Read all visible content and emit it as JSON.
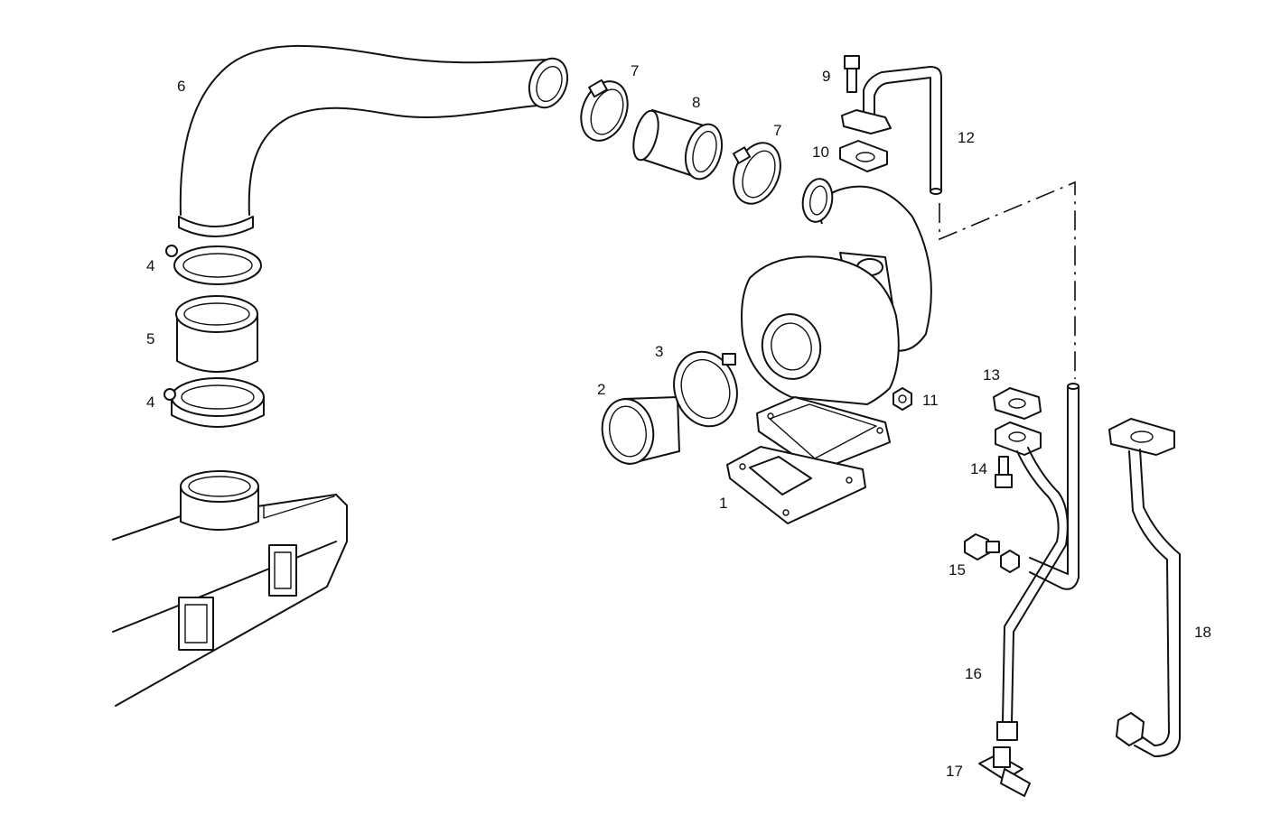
{
  "diagram": {
    "type": "exploded-parts-view",
    "part_labels": {
      "p1": "1",
      "p2": "2",
      "p3": "3",
      "p4a": "4",
      "p4b": "4",
      "p5": "5",
      "p6": "6",
      "p7a": "7",
      "p7b": "7",
      "p8": "8",
      "p9": "9",
      "p10": "10",
      "p11": "11",
      "p12": "12",
      "p13": "13",
      "p14": "14",
      "p15": "15",
      "p16": "16",
      "p17": "17",
      "p18": "18"
    }
  }
}
